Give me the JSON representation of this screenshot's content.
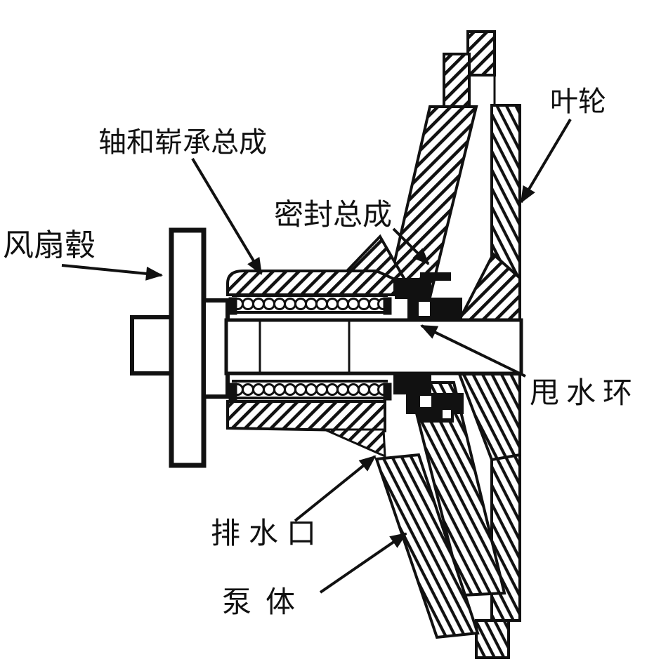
{
  "figure": {
    "background_color": "#ffffff",
    "ink_color": "#111111"
  },
  "labels": {
    "shaft_bearing_assembly": "轴和崭承总成",
    "seal_assembly": "密封总成",
    "impeller": "叶轮",
    "fan_hub": "风扇毂",
    "slinger_ring": "甩水环",
    "drain_port": "排水口",
    "pump_body": "泵体"
  }
}
